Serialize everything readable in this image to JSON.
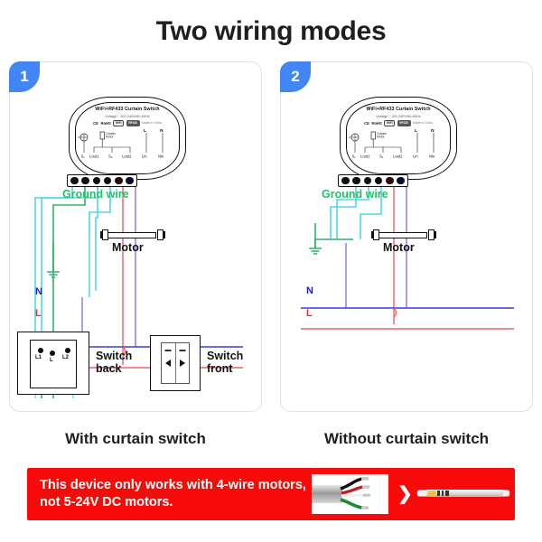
{
  "header": {
    "title": "Two wiring modes"
  },
  "panels": [
    {
      "badge": "1",
      "caption": "With curtain switch",
      "device": {
        "title": "WiFi+RF433 Curtain Switch",
        "voltage": "Voltage：100-240V/50-60Hz",
        "cert_ce": "CE",
        "cert_rohs": "RoHS",
        "cert_wifi": "WiFi",
        "cert_rf": "RF433",
        "made_in": "Made in China",
        "schematic_motor": "Curtain Motor",
        "schematic_l": "L",
        "schematic_n": "N",
        "terminals": [
          "S1",
          "Lout1",
          "S2",
          "Lout2",
          "Lin",
          "Nin"
        ]
      },
      "ground_label": "Ground wire",
      "motor_label": "Motor",
      "neutral_label": "N",
      "live_label": "L",
      "switch_back_label": "Switch back",
      "switch_front_label": "Switch front",
      "switch_terminals": [
        "L1",
        "L",
        "L2"
      ]
    },
    {
      "badge": "2",
      "caption": "Without curtain switch",
      "device": {
        "title": "WiFi+RF433 Curtain Switch",
        "voltage": "Voltage：100-240V/50-60Hz",
        "cert_ce": "CE",
        "cert_rohs": "RoHS",
        "cert_wifi": "WiFi",
        "cert_rf": "RF433",
        "made_in": "Made in China",
        "schematic_motor": "Curtain Motor",
        "schematic_l": "L",
        "schematic_n": "N",
        "terminals": [
          "S1",
          "Lout1",
          "S2",
          "Lout2",
          "Lin",
          "Nin"
        ]
      },
      "ground_label": "Ground wire",
      "motor_label": "Motor",
      "neutral_label": "N",
      "live_label": "L"
    }
  ],
  "banner": {
    "text": "This device only works with 4-wire motors, not 5-24V DC motors.",
    "arrow": "❯",
    "background_color": "#f60a0a"
  },
  "colors": {
    "accent_blue": "#4285f4",
    "ground_green": "#25c16a",
    "neutral_blue": "#1a1ae6",
    "live_red": "#e8303a",
    "wire_cyan": "#4fd8e8",
    "warning_red": "#f60a0a"
  }
}
